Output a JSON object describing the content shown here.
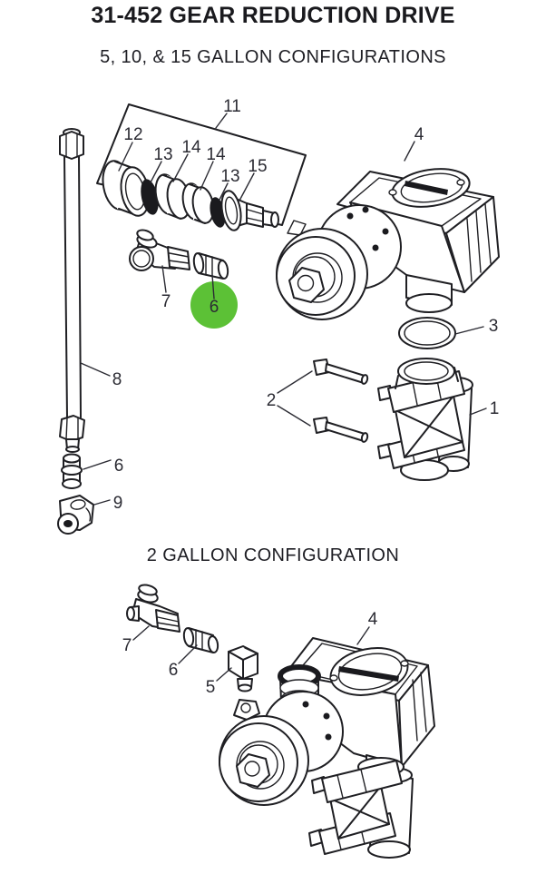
{
  "title": "31-452 GEAR REDUCTION DRIVE",
  "s1": {
    "heading": "5, 10, & 15 GALLON CONFIGURATIONS",
    "labels": [
      "11",
      "12",
      "13",
      "14",
      "14",
      "13",
      "15",
      "4",
      "7",
      "6",
      "3",
      "2",
      "1",
      "8",
      "6",
      "9"
    ],
    "highlight": {
      "part_label": "6",
      "color": "#5CC136"
    }
  },
  "s2": {
    "heading": "2 GALLON CONFIGURATION",
    "labels": [
      "7",
      "6",
      "5",
      "4"
    ]
  }
}
